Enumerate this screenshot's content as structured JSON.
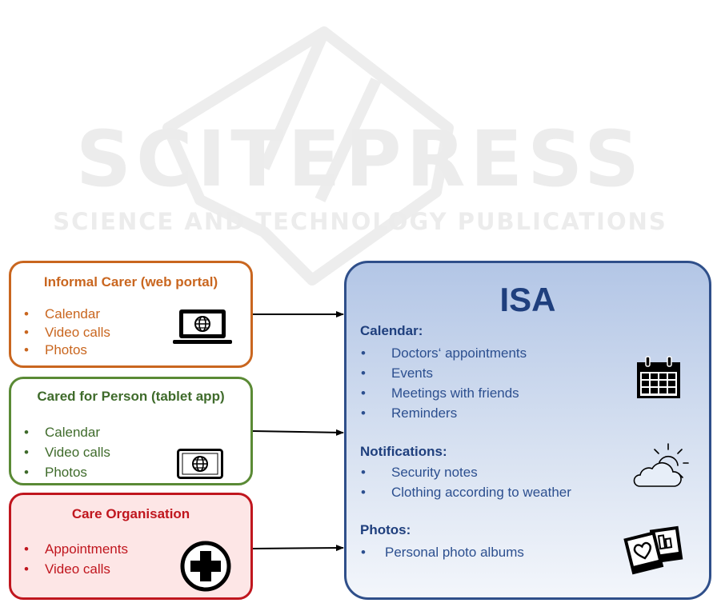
{
  "watermark": {
    "main": "SCITEPRESS",
    "sub": "SCIENCE AND TECHNOLOGY PUBLICATIONS"
  },
  "informal_carer": {
    "title": "Informal Carer (web portal)",
    "items": [
      "Calendar",
      "Video calls",
      "Photos"
    ],
    "icon": "laptop-globe-icon",
    "color": "#c9661f"
  },
  "cared_person": {
    "title": "Cared for Person (tablet app)",
    "items": [
      "Calendar",
      "Video calls",
      "Photos"
    ],
    "icon": "tablet-globe-icon",
    "color": "#3f6b2b"
  },
  "care_org": {
    "title": "Care Organisation",
    "items": [
      "Appointments",
      "Video calls"
    ],
    "icon": "medical-cross-icon",
    "color": "#c0161e"
  },
  "isa": {
    "title": "ISA",
    "calendar": {
      "heading": "Calendar:",
      "items": [
        "Doctors‘ appointments",
        "Events",
        "Meetings with friends",
        "Reminders"
      ],
      "icon": "calendar-icon"
    },
    "notifications": {
      "heading": "Notifications:",
      "items": [
        "Security notes",
        "Clothing according to weather"
      ],
      "icon": "weather-icon"
    },
    "photos": {
      "heading": "Photos:",
      "items": [
        "Personal photo albums"
      ],
      "icon": "photo-album-icon"
    },
    "color": "#1f3f7d"
  }
}
